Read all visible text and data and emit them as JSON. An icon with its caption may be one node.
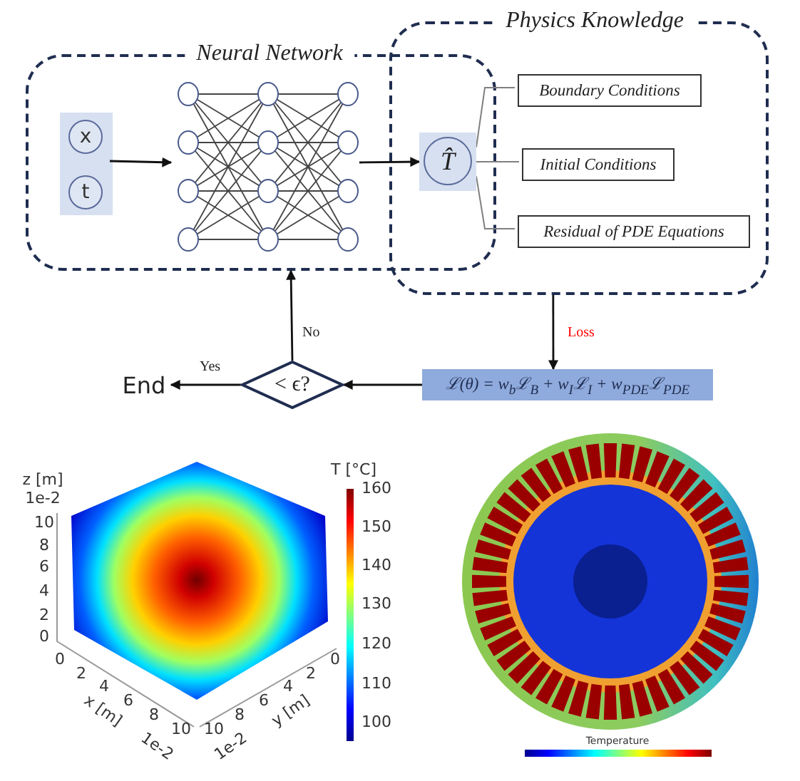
{
  "diagram": {
    "nodes": [
      {
        "text": [
          "Neural Network"
        ]
      },
      {
        "text": [
          "Physics Knowledge"
        ]
      },
      {
        "text": [],
        "shape": "box",
        "in": 0
      },
      {
        "text": [
          "x"
        ],
        "in": 2
      },
      {
        "text": [
          "t"
        ],
        "in": 2
      },
      {
        "text": [],
        "shape": "picture",
        "in": 0
      },
      {
        "text": [
          "T̂"
        ]
      },
      {
        "text": [
          "Boundary Conditions"
        ],
        "in": 1
      },
      {
        "text": [
          "Initial Conditions"
        ],
        "in": 1
      },
      {
        "text": [
          "Residual of PDE Equations"
        ],
        "in": 1
      },
      {
        "text": [
          "ℒ(θ) = w$_{b}$ℒ$_{B}$ + w$_{I}$ℒ$_{I}$ + w$_{PDE}$ℒ$_{PDE}$"
        ]
      },
      {
        "text": [
          "< ϵ?"
        ]
      },
      {
        "text": [
          "End"
        ]
      }
    ],
    "edges": [
      {
        "from": 2,
        "to": 5,
        "arrow": "to"
      },
      {
        "from": 5,
        "to": 6,
        "arrow": "to"
      },
      {
        "from": 6,
        "to": 7,
        "arrow": "none",
        "color": "#808080"
      },
      {
        "from": 6,
        "to": 8,
        "arrow": "none",
        "color": "#808080"
      },
      {
        "from": 6,
        "to": 9,
        "arrow": "none",
        "color": "#808080"
      },
      {
        "from": 1,
        "to": 10,
        "arrow": "to",
        "label": "Loss"
      },
      {
        "from": 10,
        "to": 11,
        "arrow": "to"
      },
      {
        "from": 11,
        "to": 12,
        "arrow": "to",
        "label": "Yes"
      },
      {
        "from": 11,
        "to": 0,
        "arrow": "to",
        "label": "No"
      }
    ],
    "labels": [
      "z [m]",
      "1e-2",
      "10",
      "8",
      "6",
      "4",
      "2",
      "0",
      "0",
      "2",
      "4",
      "6",
      "8",
      "10",
      "x [m]",
      "1e-2",
      "0",
      "2",
      "4",
      "6",
      "8",
      "10",
      "y [m]",
      "1e-2",
      "T [°C]",
      "160",
      "150",
      "140",
      "130",
      "120",
      "110",
      "100",
      "Temperature"
    ]
  }
}
